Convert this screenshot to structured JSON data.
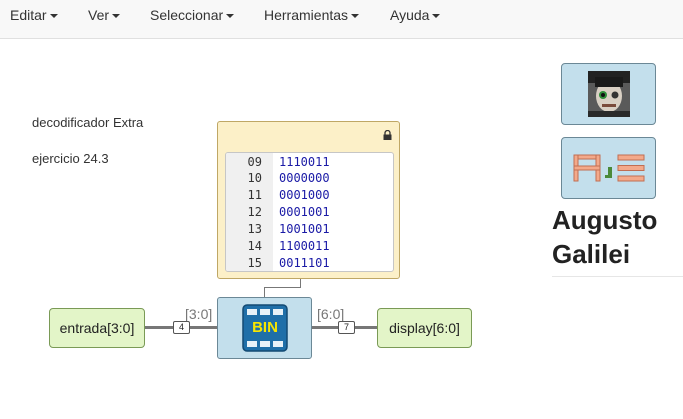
{
  "menu": {
    "items": [
      {
        "label": "Editar"
      },
      {
        "label": "Ver"
      },
      {
        "label": "Seleccionar"
      },
      {
        "label": "Herramientas"
      },
      {
        "label": "Ayuda"
      }
    ]
  },
  "canvas": {
    "title": "decodificador Extra",
    "subtitle": "ejercicio 24.3"
  },
  "memory": {
    "rows": [
      {
        "addr": "09",
        "value": "1110011"
      },
      {
        "addr": "10",
        "value": "0000000"
      },
      {
        "addr": "11",
        "value": "0001000"
      },
      {
        "addr": "12",
        "value": "0001001"
      },
      {
        "addr": "13",
        "value": "1001001"
      },
      {
        "addr": "14",
        "value": "1100011"
      },
      {
        "addr": "15",
        "value": "0011101"
      }
    ]
  },
  "circuit": {
    "input_label": "entrada[3:0]",
    "input_bus": "[3:0]",
    "input_width": "4",
    "rom_label": "BIN",
    "output_bus": "[6:0]",
    "output_width": "7",
    "output_label": "display[6:0]"
  },
  "sidebar": {
    "name_first": "Augusto",
    "name_last": "Galilei"
  },
  "colors": {
    "block_blue": "#c3dfec",
    "block_green": "#e3f5c8",
    "memory_bg": "#fcf0c8",
    "memory_value": "#1a1aa6",
    "wire": "#777777"
  }
}
